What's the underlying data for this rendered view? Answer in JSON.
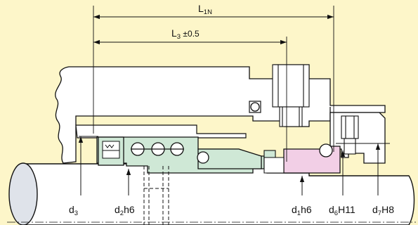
{
  "colors": {
    "background": "#fdf6c9",
    "housing": "#ffffff",
    "shaft": "#ffffff",
    "seal_green": "#cfe8d6",
    "seat_pink": "#f2cfe6",
    "line": "#111111"
  },
  "dimensions": {
    "l1n": {
      "main": "L",
      "sub": "1N",
      "tail": ""
    },
    "l3": {
      "main": "L",
      "sub": "3",
      "tail": " ±0.5"
    },
    "d3": {
      "main": "d",
      "sub": "3",
      "tail": ""
    },
    "d2h6": {
      "main": "d",
      "sub": "2",
      "tail": "h6"
    },
    "d1h6": {
      "main": "d",
      "sub": "1",
      "tail": "h6"
    },
    "d6h11": {
      "main": "d",
      "sub": "6",
      "tail": "H11"
    },
    "d7h8": {
      "main": "d",
      "sub": "7",
      "tail": "H8"
    }
  }
}
